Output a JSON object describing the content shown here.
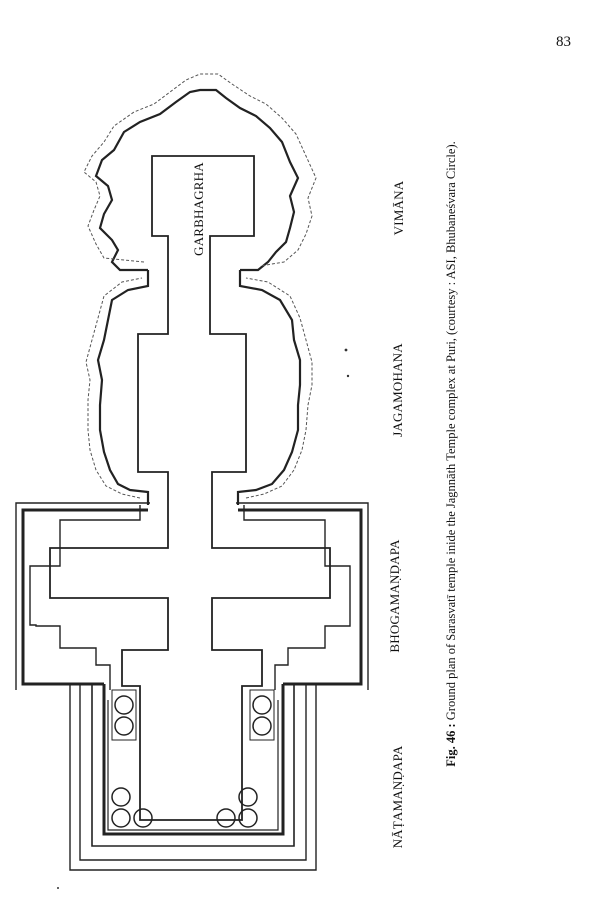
{
  "page": {
    "number": "83"
  },
  "plan": {
    "labels": {
      "garbhagrha": "GARBHAGRHA",
      "vimana": "VIMĀNA",
      "jagamohana": "JAGAMOHANA",
      "bhogamandapa": "BHOGAMAṆḌAPA",
      "natamandapa": "NĀṬAMAṆḌAPA"
    }
  },
  "caption": {
    "fig_label": "Fig. 46 :",
    "text": " Ground plan of Sarasvatī temple inide the Jagnnāth Temple complex at Puri, (courtesy : ASI, Bhubaneśvara Circle)."
  }
}
